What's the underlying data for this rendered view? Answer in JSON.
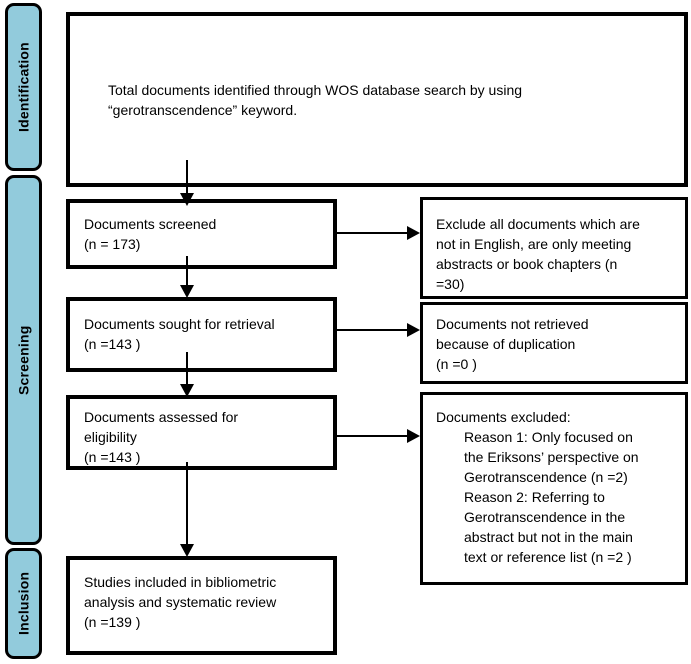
{
  "diagram": {
    "accent_color": "#92cbdc",
    "border_color": "#000000",
    "sidebar": {
      "identification": "Identification",
      "screening": "Screening",
      "inclusion": "Inclusion"
    },
    "boxes": {
      "identified": {
        "lines": [
          "Total documents identified through WOS database search by using",
          "“gerotranscendence” keyword."
        ]
      },
      "screened": {
        "lines": [
          "Documents screened",
          "(n = 173)"
        ]
      },
      "excluded_screened": {
        "lines": [
          "Exclude all documents which are",
          "not in English, are only meeting",
          "abstracts or book chapters (n",
          "=30)"
        ]
      },
      "sought": {
        "lines": [
          "Documents sought for retrieval",
          "(n =143 )"
        ]
      },
      "not_retrieved": {
        "lines": [
          "Documents not retrieved",
          "because of duplication",
          "(n =0 )"
        ]
      },
      "assessed": {
        "lines": [
          "Documents assessed for",
          "eligibility",
          "(n =143 )"
        ]
      },
      "excluded_assessed": {
        "lines": [
          "Documents excluded:",
          "Reason 1: Only focused on",
          "the Eriksons’ perspective on",
          "Gerotranscendence (n =2)",
          "Reason 2: Referring to",
          "Gerotranscendence in the",
          "abstract but not in the main",
          "text or reference list (n =2 )"
        ]
      },
      "included": {
        "lines": [
          "Studies included in bibliometric",
          "analysis and systematic review",
          "(n =139 )"
        ]
      }
    }
  }
}
